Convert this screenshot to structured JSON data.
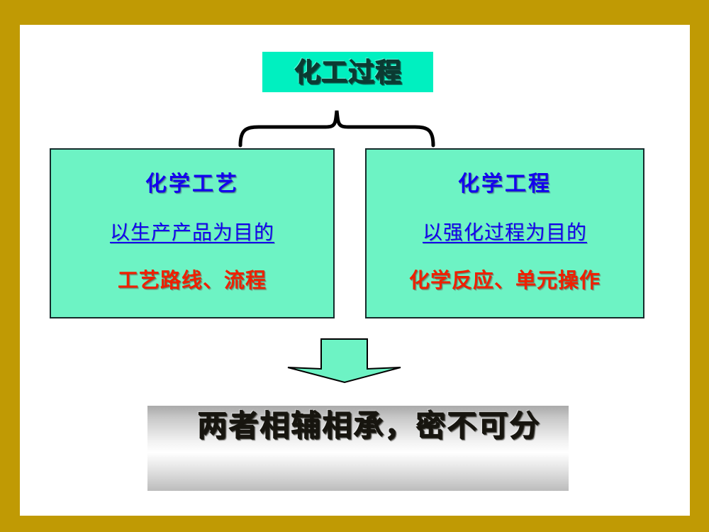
{
  "slide": {
    "frame_color": "#c09a04",
    "canvas_color": "#ffffff"
  },
  "title": {
    "text": "化工过程",
    "background": "#00f0c0",
    "text_color": "#0b3b32"
  },
  "connector": {
    "brace_name": "downward-curly-brace",
    "brace_color": "#000000",
    "arrow_name": "down-block-arrow",
    "arrow_fill": "#6df3c4",
    "arrow_stroke": "#000000"
  },
  "boxes": [
    {
      "id": "box-left",
      "heading": "化学工艺",
      "purpose": "以生产产品为目的",
      "detail": "工艺路线、流程",
      "fill": "#6df3c4",
      "border": "#152b2b",
      "heading_color": "#1400ee",
      "purpose_color": "#1400ee",
      "detail_color": "#ef2000"
    },
    {
      "id": "box-right",
      "heading": "化学工程",
      "purpose": "以强化过程为目的",
      "detail": "化学反应、单元操作",
      "fill": "#6df3c4",
      "border": "#152b2b",
      "heading_color": "#1400ee",
      "purpose_color": "#1400ee",
      "detail_color": "#ef2000"
    }
  ],
  "conclusion": {
    "text": "两者相辅相承，密不可分",
    "text_color": "#17150f",
    "background": "silver-gradient"
  }
}
